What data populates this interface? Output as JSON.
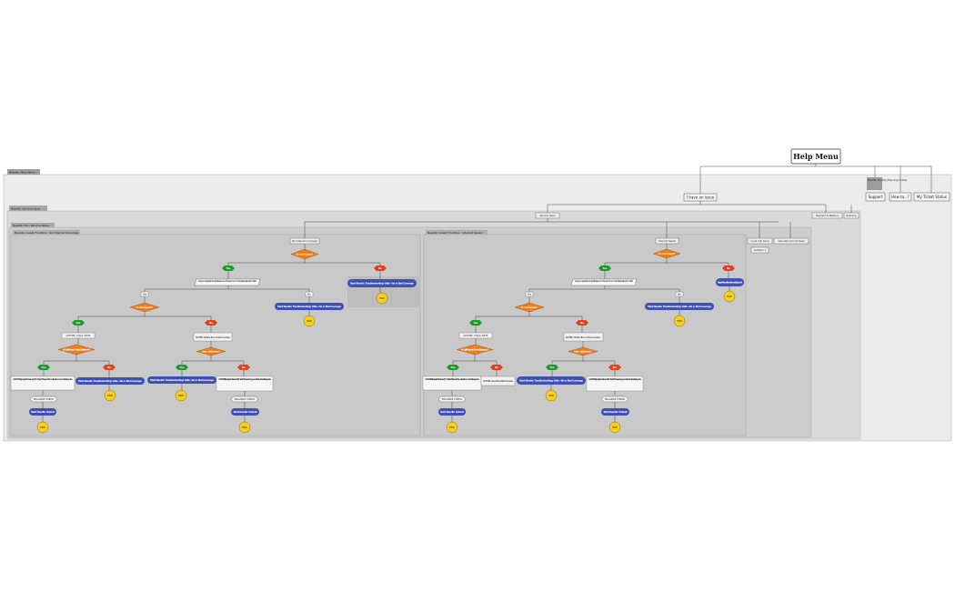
{
  "help_menu": "Help Menu",
  "top_menu": {
    "branch_label": "Needle: Identify /Planning Guides",
    "items": [
      "I have an issue",
      "Support",
      "How to...?",
      "My Ticket Status"
    ]
  },
  "groups": {
    "outer": "Needle: Main Menu",
    "service_issues": "Needle: Service issue",
    "tg": "Needle: TG - Service Issue",
    "left_flow": "Needle: Guest Frontline - No Internet Coverage",
    "right_flow": "Needle: Guest Frontline - Internet Speed"
  },
  "nodes": {
    "service_issue": "Service Issue",
    "payment_balance": "Payment & Balance",
    "roaming": "Roaming",
    "local_call": "Local Call Issue",
    "intl_call": "International Call Issue",
    "no_internet": "No Internet Coverage",
    "internet_speed": "Internet Speed",
    "subitem": "Subitem 1",
    "in_coverage": "In coverage?",
    "is_postpaid": "Is Postpaid?",
    "has_balance": "Has balance?",
    "sufficient_balance": "Is Sufficient Data Balance?",
    "yes": "Yes",
    "no": "No",
    "experiencing": "Are you experiencing this issue on the same number/device/line/model?",
    "start_ts": "Start Needle: Troubleshooting: Valia - No or Bad Coverage",
    "start_speed": "Start Needle: Internet Speed",
    "action_check": "ACTION: Check DATT",
    "notes_line": "NOTES: What is the number is active",
    "card_reply_left": "CARD REPLY: I apologize. The line is currently **not active**. Please add the next level 4G amount to activate your line.",
    "card_reply_mid": "CARD REPLY: I apologize. Your line is currently **not active**, please recharge your credit balance to reactivate your line.",
    "action_data": "ACTION: Give Free Data Services",
    "balance_check": "BALANCE CHECK",
    "start_submit": "Start Needle: Submit",
    "end": "END"
  }
}
